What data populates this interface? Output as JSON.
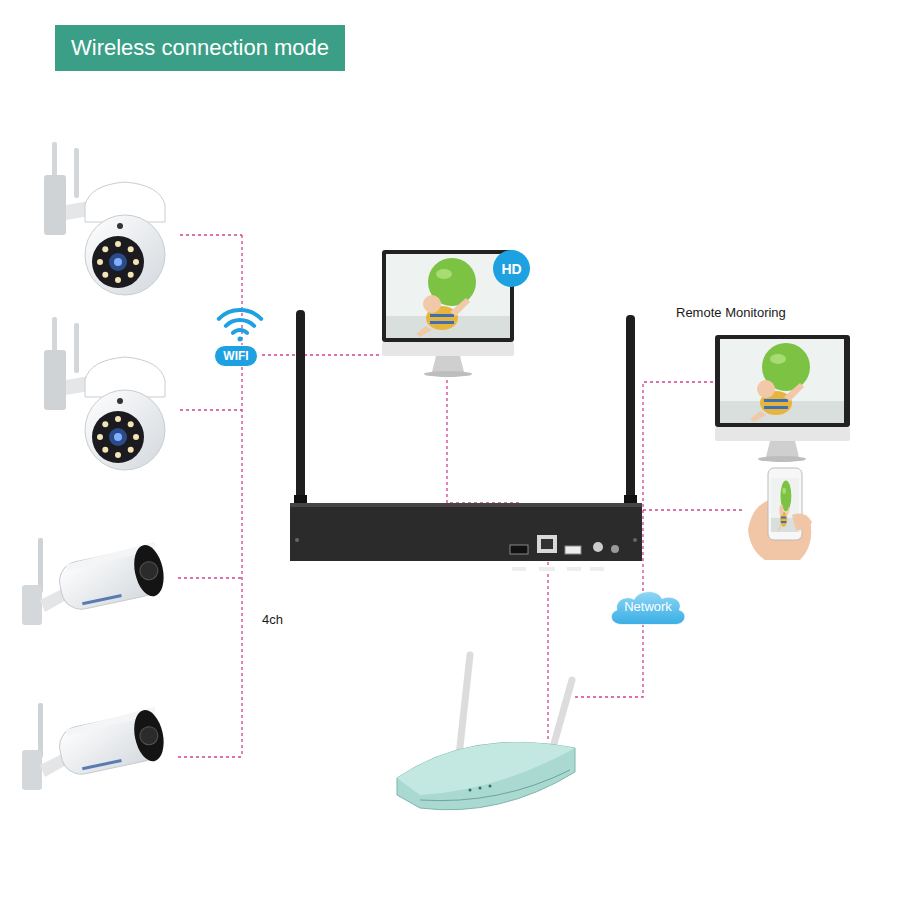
{
  "diagram": {
    "title": "Wireless connection mode",
    "nodes": [
      {
        "text": [
          "WIFI"
        ]
      },
      {
        "text": [
          "HD"
        ]
      },
      {
        "text": [
          "Network"
        ]
      }
    ],
    "labels": [
      "Remote Monitoring",
      "4ch"
    ]
  }
}
